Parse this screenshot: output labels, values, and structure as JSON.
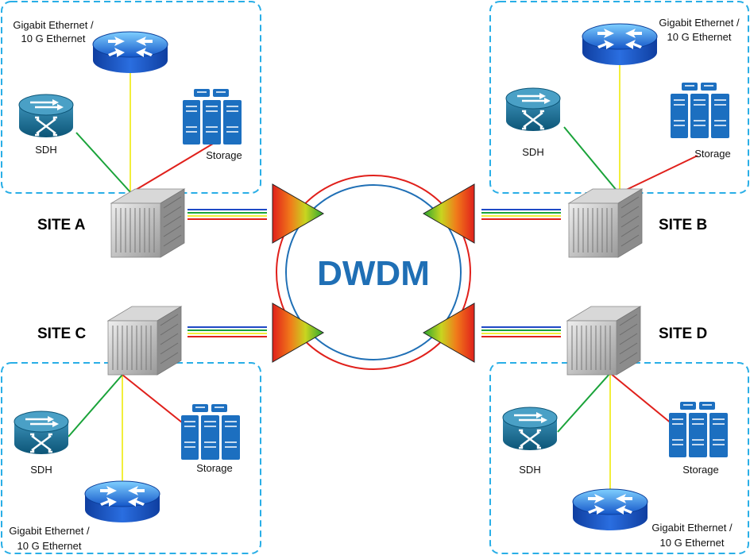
{
  "center": {
    "label": "DWDM"
  },
  "sites": [
    {
      "name": "SITE A",
      "router_label_1": "Gigabit Ethernet /",
      "router_label_2": "10 G Ethernet",
      "sdh_label": "SDH",
      "storage_label": "Storage"
    },
    {
      "name": "SITE B",
      "router_label_1": "Gigabit Ethernet /",
      "router_label_2": "10 G Ethernet",
      "sdh_label": "SDH",
      "storage_label": "Storage"
    },
    {
      "name": "SITE C",
      "router_label_1": "Gigabit Ethernet /",
      "router_label_2": "10 G Ethernet",
      "sdh_label": "SDH",
      "storage_label": "Storage"
    },
    {
      "name": "SITE D",
      "router_label_1": "Gigabit Ethernet /",
      "router_label_2": "10 G Ethernet",
      "sdh_label": "SDH",
      "storage_label": "Storage"
    }
  ],
  "colors": {
    "ring_outer": "#e0201b",
    "ring_inner": "#1f6fb5",
    "box_border": "#29aee6",
    "link_sdh": "#1aa33a",
    "link_router": "#f2ee3a",
    "link_storage": "#e0201b",
    "fiber": [
      "#e0201b",
      "#f2ee3a",
      "#1aa33a",
      "#1f49c6"
    ]
  }
}
